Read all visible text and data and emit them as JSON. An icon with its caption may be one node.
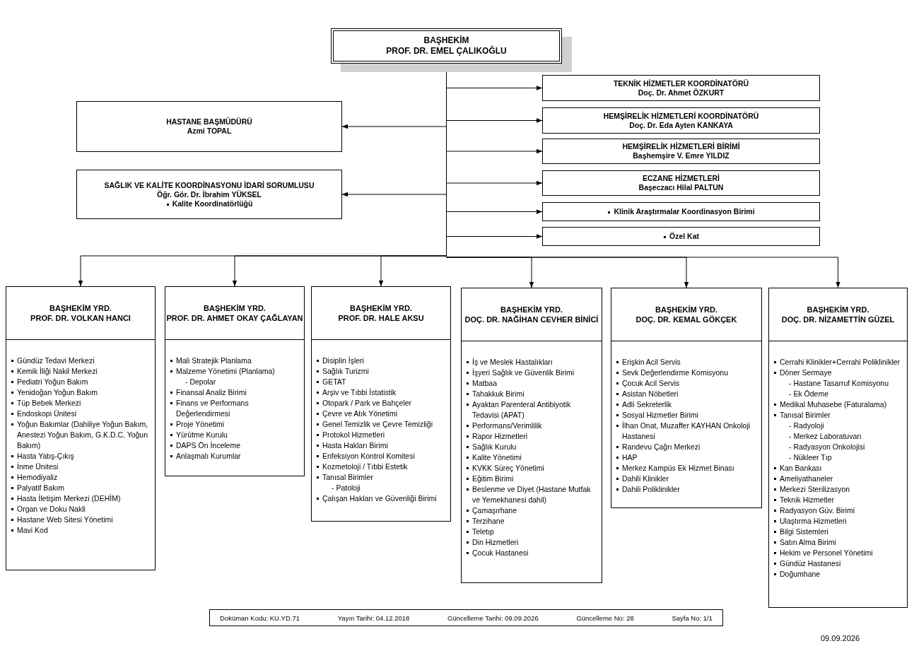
{
  "diagram": {
    "nodes": [
      {
        "text": [
          "BAŞHEKİM",
          "PROF. DR. EMEL ÇALIKOĞLU"
        ]
      },
      {
        "text": [
          "TEKNİK HİZMETLER KOORDİNATÖRÜ",
          "Doç. Dr. Ahmet ÖZKURT"
        ]
      },
      {
        "text": [
          "HASTANE BAŞMÜDÜRÜ",
          "Azmi TOPAL"
        ]
      },
      {
        "text": [
          "HEMŞİRELİK HİZMETLERİ KOORDİNATÖRÜ",
          "Doç. Dr. Eda Ayten KANKAYA"
        ]
      },
      {
        "text": [
          "HEMŞİRELİK HİZMETLERİ BİRİMİ",
          "Başhemşire V. Emre YILDIZ"
        ]
      },
      {
        "text": [
          "ECZANE HİZMETLERİ",
          "Başeczacı Hilal PALTUN"
        ]
      },
      {
        "text": [
          "SAĞLIK VE KALİTE KOORDİNASYONU İDARİ SORUMLUSU",
          "Öğr. Gör. Dr. İbrahim YÜKSEL",
          "Kalite Koordinatörlüğü"
        ]
      },
      {
        "text": [
          "Klinik Araştırmalar Koordinasyon Birimi"
        ]
      },
      {
        "text": [
          "Özel Kat"
        ]
      },
      {
        "text": [
          "BAŞHEKİM YRD.",
          "PROF. DR. VOLKAN HANCI",
          "Gündüz Tedavi Merkezi",
          "Kemik İliği Nakil Merkezi",
          "Pediatri Yoğun Bakım",
          "Yenidoğan Yoğun Bakım",
          "Tüp Bebek Merkezi",
          "Endoskopi Ünitesi",
          "Yoğun Bakımlar (Dahiliye Yoğun Bakım, Anestezi Yoğun Bakım, G.K.D.C. Yoğun Bakım)",
          "Hasta Yatış-Çıkış",
          "İnme Ünitesi",
          "Hemodiyaliz",
          "Palyatif Bakım",
          "Hasta İletişim Merkezi (DEHİM)",
          "Organ ve Doku Nakli",
          "Hastane Web Sitesi Yönetimi",
          "Mavi Kod"
        ]
      },
      {
        "text": [
          "BAŞHEKİM YRD.",
          "PROF. DR. AHMET OKAY ÇAĞLAYAN",
          "Mali Stratejik Planlama",
          "Malzeme Yönetimi (Planlama)",
          "- Depolar",
          "Finansal Analiz Birimi",
          "Finans ve Performans Değerlendirmesi",
          "Proje Yönetimi",
          "Yürütme Kurulu",
          "DAPS Ön İnceleme",
          "Anlaşmalı Kurumlar"
        ]
      },
      {
        "text": [
          "BAŞHEKİM YRD.",
          "PROF. DR. HALE AKSU",
          "Disiplin İşleri",
          "Sağlık Turizmi",
          "GETAT",
          "Arşiv ve Tıbbi İstatistik",
          "Otopark / Park ve Bahçeler",
          "Çevre ve Atık Yönetimi",
          "Genel Temizlik ve Çevre Temizliği",
          "Protokol Hizmetleri",
          "Hasta Hakları Birimi",
          "Enfeksiyon Kontrol Komitesi",
          "Kozmetoloji / Tıbbi Estetik",
          "Tanısal Birimler",
          "- Patoloji",
          "Çalışan Hakları ve Güvenliği Birimi"
        ]
      },
      {
        "text": [
          "BAŞHEKİM YRD.",
          "DOÇ. DR. NAĞİHAN CEVHER BİNİCİ",
          "İş ve Meslek Hastalıkları",
          "İşyeri Sağlık ve Güvenlik Birimi",
          "Matbaa",
          "Tahakkuk Birimi",
          "Ayaktan Parenteral Antibiyotik Tedavisi (APAT)",
          "Performans/Verimlilik",
          "Rapor Hizmetleri",
          "Sağlık Kurulu",
          "Kalite Yönetimi",
          "KVKK Süreç Yönetimi",
          "Eğitim Birimi",
          "Beslenme ve Diyet (Hastane Mutfak ve Yemekhanesi dahil)",
          "Çamaşırhane",
          "Terzihane",
          "Teletıp",
          "Din Hizmetleri",
          "Çocuk Hastanesi"
        ]
      },
      {
        "text": [
          "BAŞHEKİM YRD.",
          "DOÇ. DR. KEMAL GÖKÇEK",
          "Erişkin Acil Servis",
          "Sevk Değerlendirme Komisyonu",
          "Çocuk Acil Servis",
          "Asistan Nöbetleri",
          "Adli Sekreterlik",
          "Sosyal Hizmetler Birimi",
          "İlhan Onat, Muzaffer KAYHAN Onkoloji Hastanesi",
          "Randevu Çağrı Merkezi",
          "HAP",
          "Merkez Kampüs Ek Hizmet Binası",
          "Dahili Klinikler",
          "Dahili Poliklinikler"
        ]
      },
      {
        "text": [
          "BAŞHEKİM YRD.",
          "DOÇ. DR. NİZAMETTİN GÜZEL",
          "Cerrahi Klinikler+Cerrahi Poliklinikler",
          "Döner Sermaye",
          "- Hastane Tasarruf Komisyonu",
          "- Ek Ödeme",
          "Medikal Muhasebe (Faturalama)",
          "Tanısal Birimler",
          "- Radyoloji",
          "- Merkez Laboratuvarı",
          "- Radyasyon Onkolojisi",
          "- Nükleer Tıp",
          "Kan Bankası",
          "Ameliyathaneler",
          "Merkezi Sterilizasyon",
          "Teknik Hizmetler",
          "Radyasyon Güv. Birimi",
          "Ulaştırma Hizmetleri",
          "Bilgi Sistemleri",
          "Satın Alma Birimi",
          "Hekim ve Personel Yönetimi",
          "Gündüz Hastanesi",
          "Doğumhane"
        ]
      }
    ],
    "edges": [
      {
        "from": 0,
        "to": 1,
        "arrow": "to"
      },
      {
        "from": 0,
        "to": 2,
        "arrow": "to"
      },
      {
        "from": 0,
        "to": 3,
        "arrow": "to"
      },
      {
        "from": 0,
        "to": 4,
        "arrow": "to"
      },
      {
        "from": 0,
        "to": 5,
        "arrow": "to"
      },
      {
        "from": 0,
        "to": 6,
        "arrow": "to"
      },
      {
        "from": 0,
        "to": 7,
        "arrow": "to"
      },
      {
        "from": 0,
        "to": 8,
        "arrow": "to"
      },
      {
        "from": 0,
        "to": 9,
        "arrow": "to"
      },
      {
        "from": 0,
        "to": 10,
        "arrow": "to"
      },
      {
        "from": 0,
        "to": 11,
        "arrow": "to"
      },
      {
        "from": 0,
        "to": 12,
        "arrow": "to"
      },
      {
        "from": 0,
        "to": 13,
        "arrow": "to"
      },
      {
        "from": 0,
        "to": 14,
        "arrow": "to"
      }
    ],
    "labels": [
      "Doküman Kodu: KU.YD.71",
      "Yayın Tarihi: 04.12.2018",
      "Güncelleme Tarihi: 09.09.2026",
      "Güncelleme No: 28",
      "Sayfa No: 1/1",
      "09.09.2026"
    ]
  }
}
